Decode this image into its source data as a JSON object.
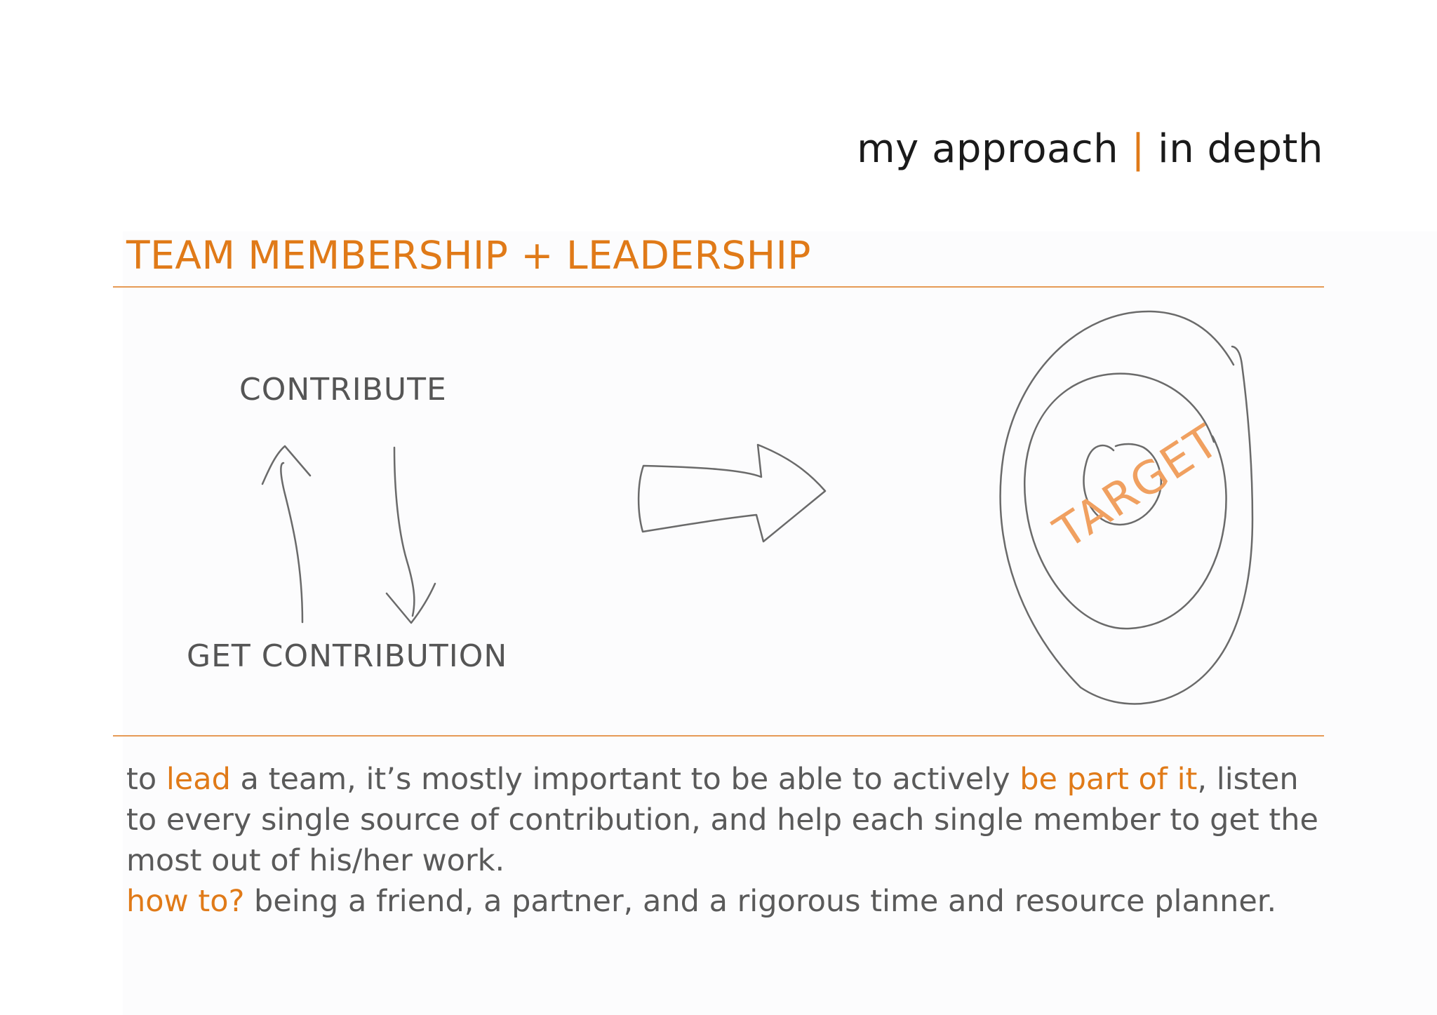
{
  "header": {
    "left": "my approach",
    "separator": "|",
    "right": "in depth"
  },
  "section_title": "TEAM MEMBERSHIP + LEADERSHIP",
  "diagram": {
    "top_label": "CONTRIBUTE",
    "bottom_label": "GET CONTRIBUTION",
    "target_label": "TARGET"
  },
  "body": {
    "l1_a": "to ",
    "l1_hl1": "lead",
    "l1_b": " a team, it’s mostly important to be able to actively ",
    "l1_hl2": "be part of it",
    "l1_c": ", listen to every single source of contribution, and help each single member to get the most out of his/her work.",
    "l2_hl": "how to?",
    "l2_b": " being a friend, a partner, and a rigorous time and resource planner."
  },
  "colors": {
    "accent": "#e07a18",
    "text": "#5a5a5a",
    "sketch": "#6a6a6a"
  }
}
